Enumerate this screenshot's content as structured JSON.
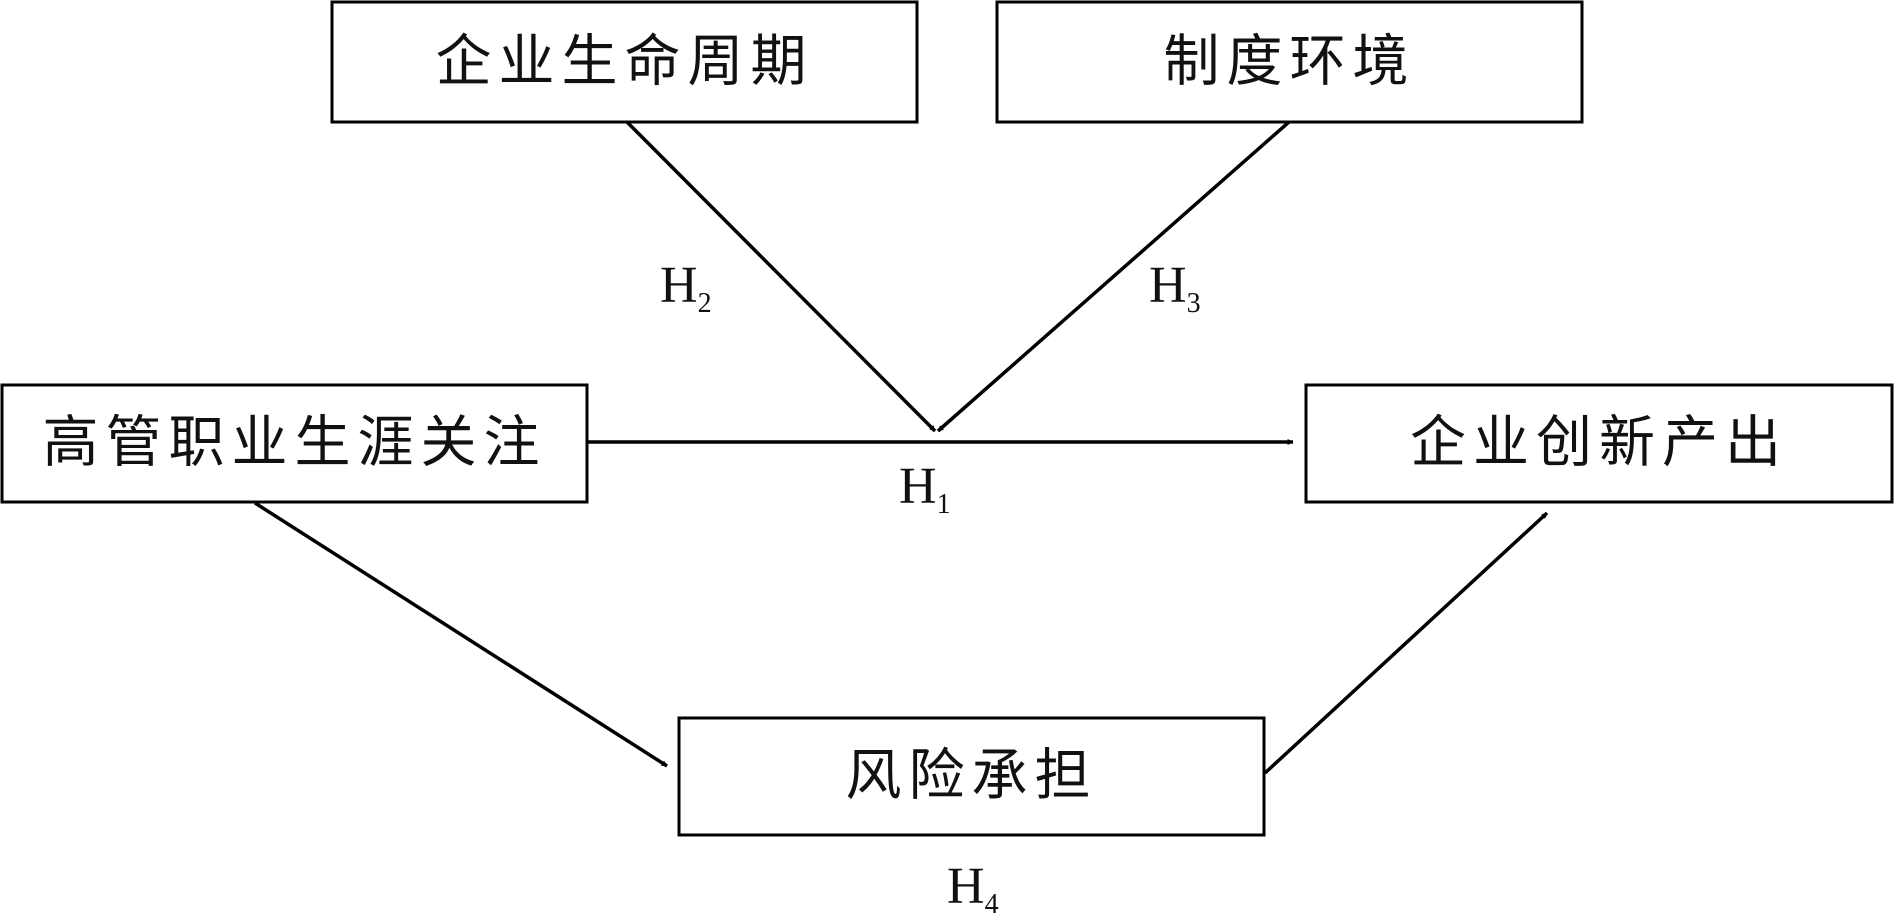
{
  "nodes": {
    "lifecycle": "企业生命周期",
    "institution": "制度环境",
    "career": "高管职业生涯关注",
    "innovation": "企业创新产出",
    "risk": "风险承担"
  },
  "hypotheses": {
    "h1": {
      "letter": "H",
      "sub": "1"
    },
    "h2": {
      "letter": "H",
      "sub": "2"
    },
    "h3": {
      "letter": "H",
      "sub": "3"
    },
    "h4": {
      "letter": "H",
      "sub": "4"
    }
  },
  "colors": {
    "line": "#000000",
    "text": "#111111",
    "background": "#ffffff"
  }
}
